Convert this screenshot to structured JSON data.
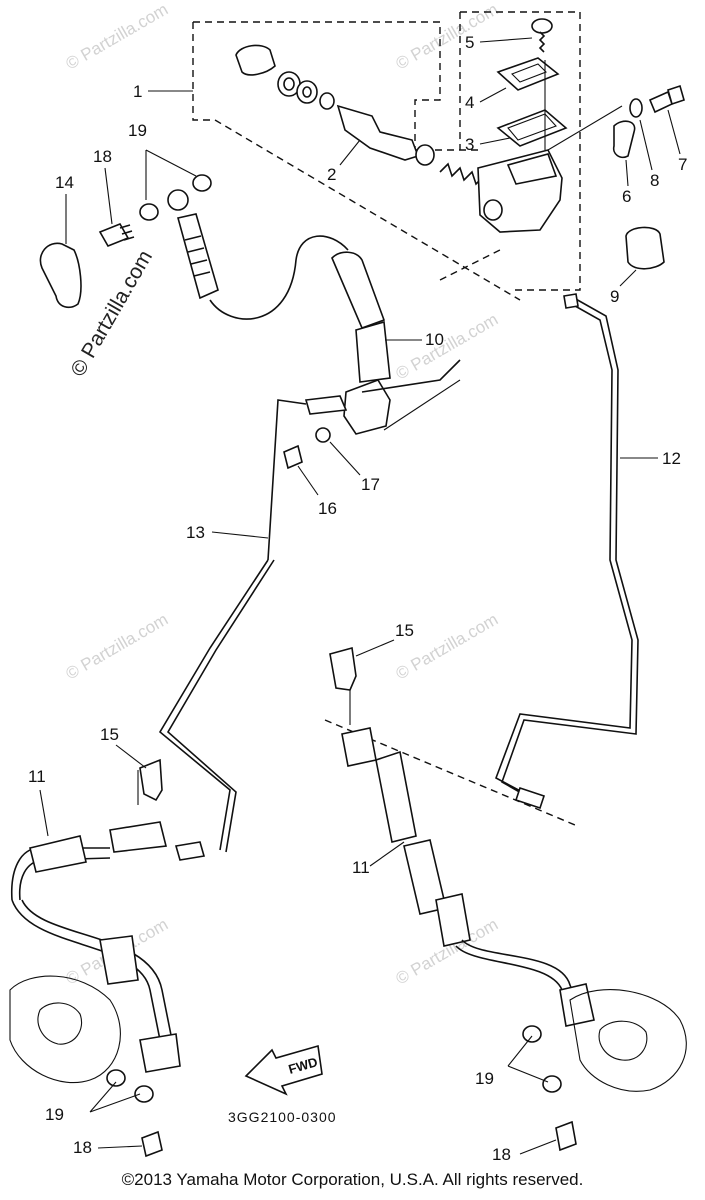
{
  "diagram": {
    "callouts": [
      "1",
      "2",
      "3",
      "4",
      "5",
      "6",
      "7",
      "8",
      "9",
      "10",
      "11",
      "11",
      "12",
      "13",
      "14",
      "15",
      "15",
      "16",
      "17",
      "18",
      "18",
      "18",
      "19",
      "19",
      "19"
    ],
    "fwd_label": "FWD",
    "drawing_code": "3GG2100-0300",
    "watermark_main": "© Partzilla.com",
    "watermark_repeat": "© Partzilla.com"
  },
  "footer": {
    "copyright": "©2013  Yamaha Motor Corporation, U.S.A. All rights reserved."
  }
}
